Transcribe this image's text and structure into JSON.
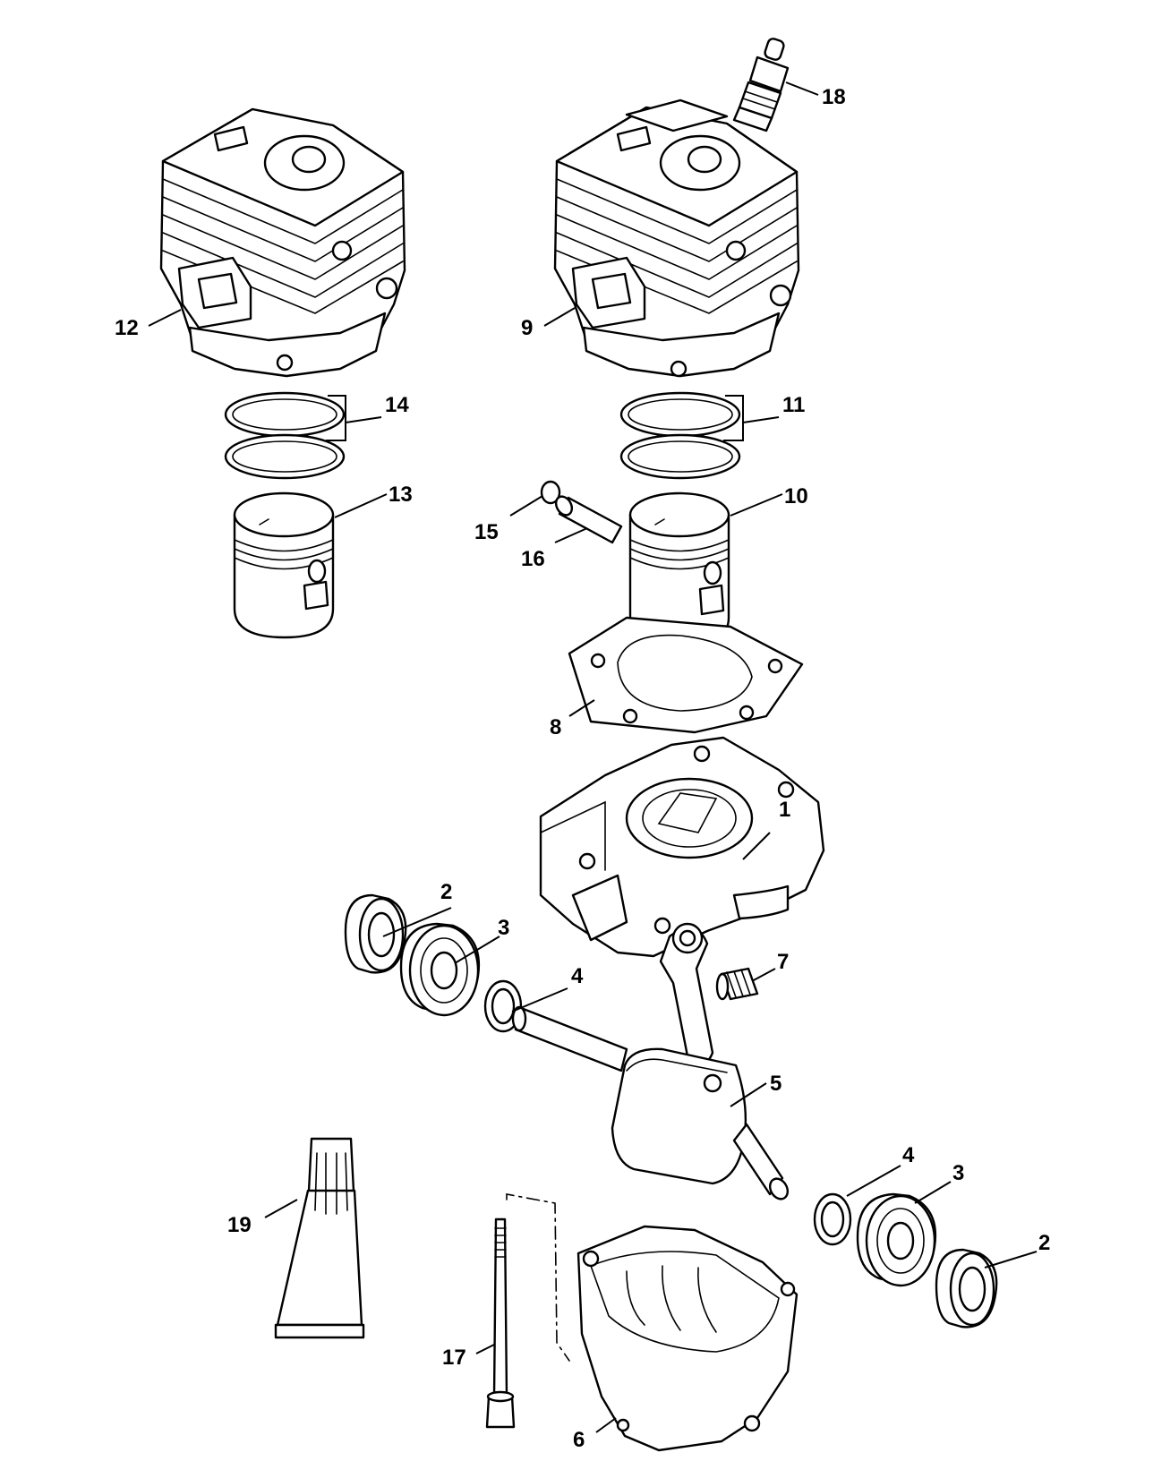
{
  "callouts": [
    {
      "id": "1",
      "text": "1"
    },
    {
      "id": "2a",
      "text": "2"
    },
    {
      "id": "2b",
      "text": "2"
    },
    {
      "id": "3a",
      "text": "3"
    },
    {
      "id": "3b",
      "text": "3"
    },
    {
      "id": "4a",
      "text": "4"
    },
    {
      "id": "4b",
      "text": "4"
    },
    {
      "id": "5",
      "text": "5"
    },
    {
      "id": "6",
      "text": "6"
    },
    {
      "id": "7",
      "text": "7"
    },
    {
      "id": "8",
      "text": "8"
    },
    {
      "id": "9",
      "text": "9"
    },
    {
      "id": "10",
      "text": "10"
    },
    {
      "id": "11",
      "text": "11"
    },
    {
      "id": "12",
      "text": "12"
    },
    {
      "id": "13",
      "text": "13"
    },
    {
      "id": "14",
      "text": "14"
    },
    {
      "id": "15",
      "text": "15"
    },
    {
      "id": "16",
      "text": "16"
    },
    {
      "id": "17",
      "text": "17"
    },
    {
      "id": "18",
      "text": "18"
    },
    {
      "id": "19",
      "text": "19"
    }
  ]
}
